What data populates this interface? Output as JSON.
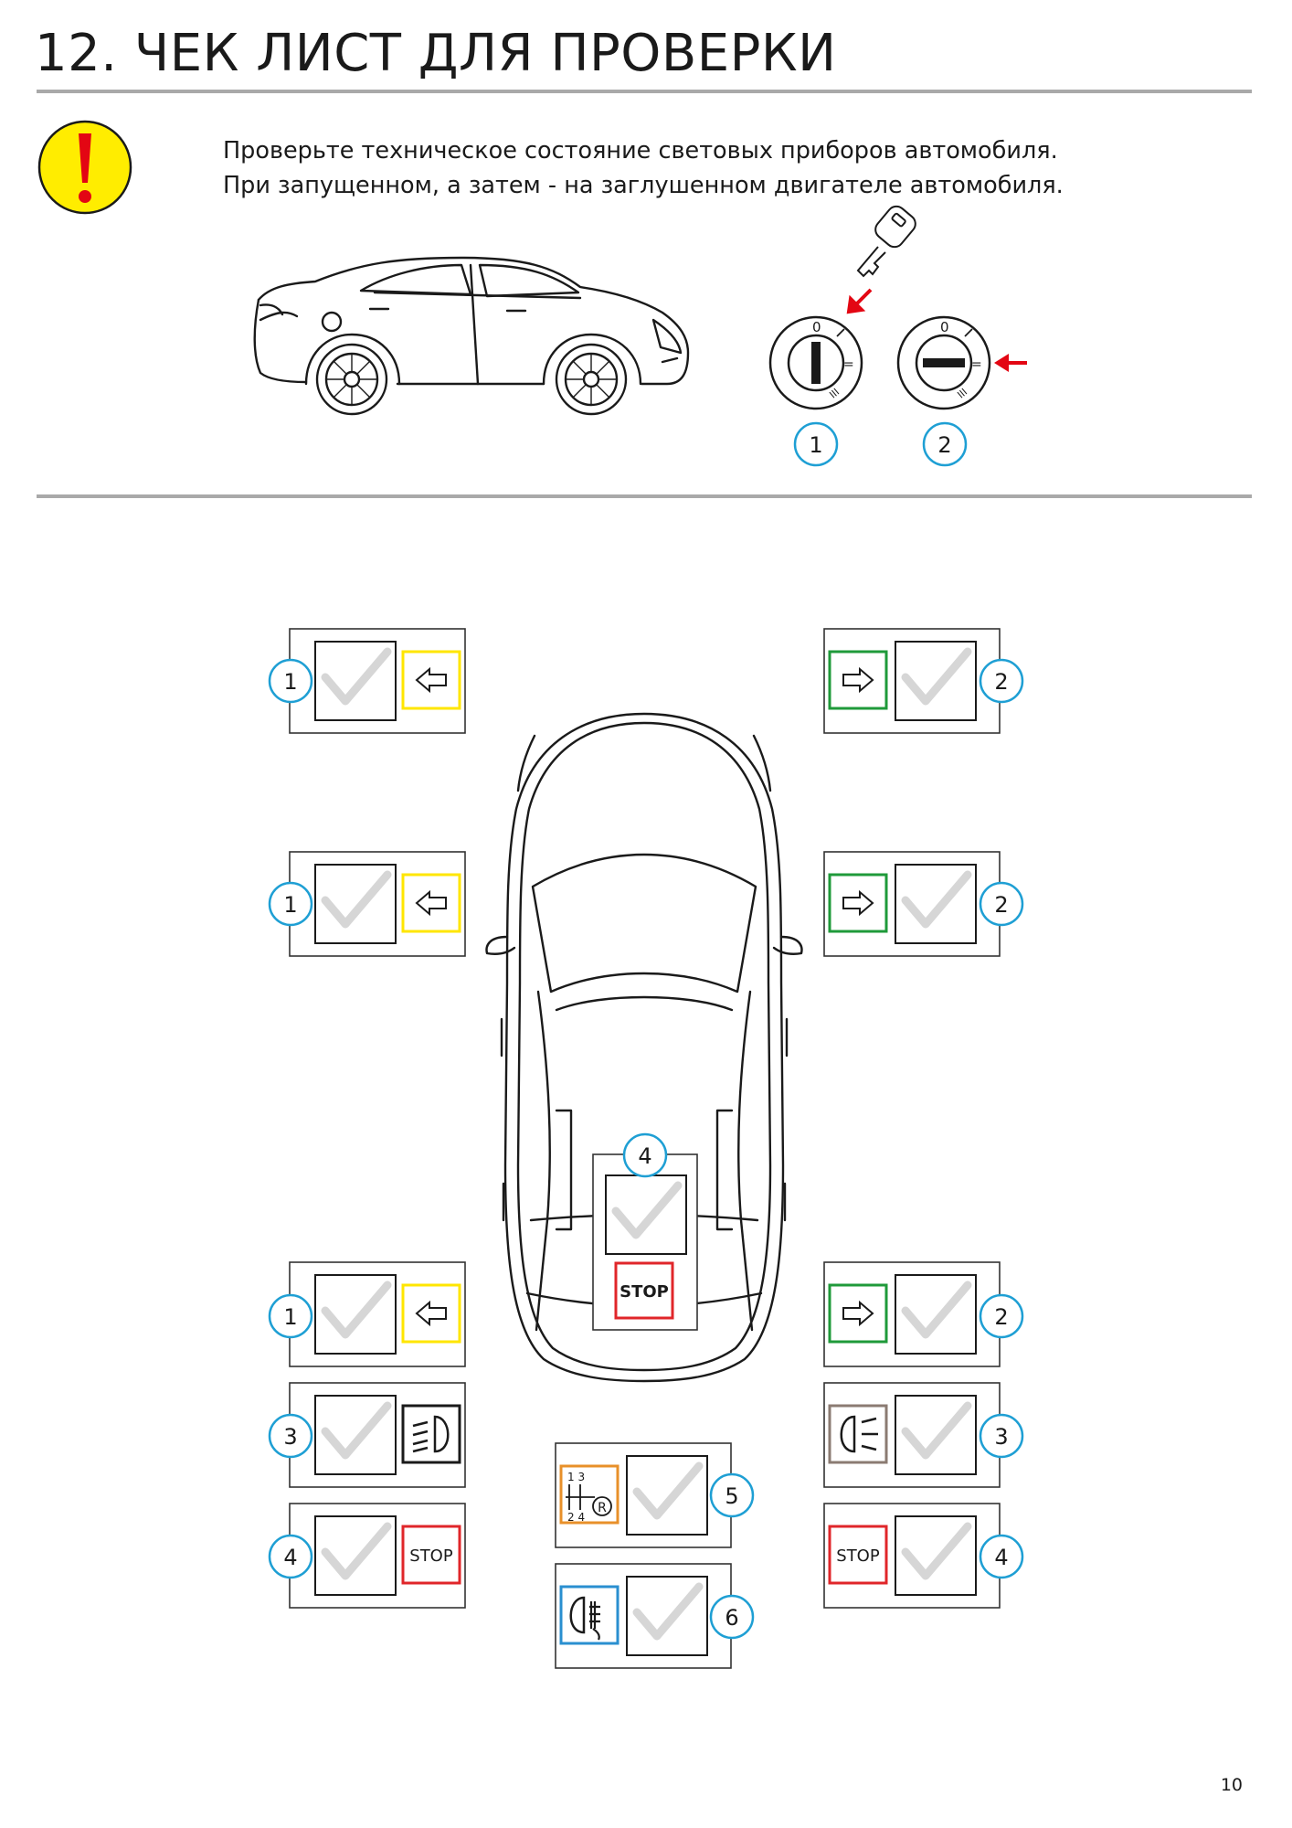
{
  "title": "12. ЧЕК ЛИСТ ДЛЯ ПРОВЕРКИ",
  "intro": {
    "line1": "Проверьте техническое состояние световых приборов автомобиля.",
    "line2": "При запущенном, а затем - на заглушенном двигателе автомобиля."
  },
  "colors": {
    "warning_fill": "#ffed00",
    "warning_mark": "#e30613",
    "callout_ring": "#1e9fd4",
    "rule": "#a9a9a9",
    "left_indicator": "#ffe600",
    "right_indicator": "#1f9a3a",
    "stop": "#e0262a",
    "reverse": "#e8902a",
    "fog": "#2a8fd0",
    "low_beam_right": "#8b7b72",
    "checkmark": "#d6d6d6"
  },
  "ignition": {
    "positions": [
      {
        "number": "1",
        "marks": {
          "top": "0",
          "side": "=",
          "bottom": "III"
        }
      },
      {
        "number": "2",
        "marks": {
          "top": "0",
          "side": "=",
          "bottom": "III"
        }
      }
    ]
  },
  "checklist": {
    "front_left": {
      "number": "1",
      "icon": "left-arrow-icon"
    },
    "front_right": {
      "number": "2",
      "icon": "right-arrow-icon"
    },
    "side_left": {
      "number": "1",
      "icon": "left-arrow-icon"
    },
    "side_right": {
      "number": "2",
      "icon": "right-arrow-icon"
    },
    "center_stop": {
      "number": "4",
      "icon": "stop-icon",
      "label": "STOP"
    },
    "rear_left_indicator": {
      "number": "1",
      "icon": "left-arrow-icon"
    },
    "rear_right_indicator": {
      "number": "2",
      "icon": "right-arrow-icon"
    },
    "rear_left_lowbeam": {
      "number": "3",
      "icon": "low-beam-icon"
    },
    "rear_right_lowbeam": {
      "number": "3",
      "icon": "low-beam-icon"
    },
    "rear_left_stop": {
      "number": "4",
      "icon": "stop-icon",
      "label": "STOP"
    },
    "rear_right_stop": {
      "number": "4",
      "icon": "stop-icon",
      "label": "STOP"
    },
    "reverse": {
      "number": "5",
      "icon": "reverse-gear-icon",
      "gear_top": "1 3",
      "gear_bottom": "2 4",
      "gear_r": "R"
    },
    "fog": {
      "number": "6",
      "icon": "rear-fog-icon"
    }
  },
  "page_number": "10"
}
